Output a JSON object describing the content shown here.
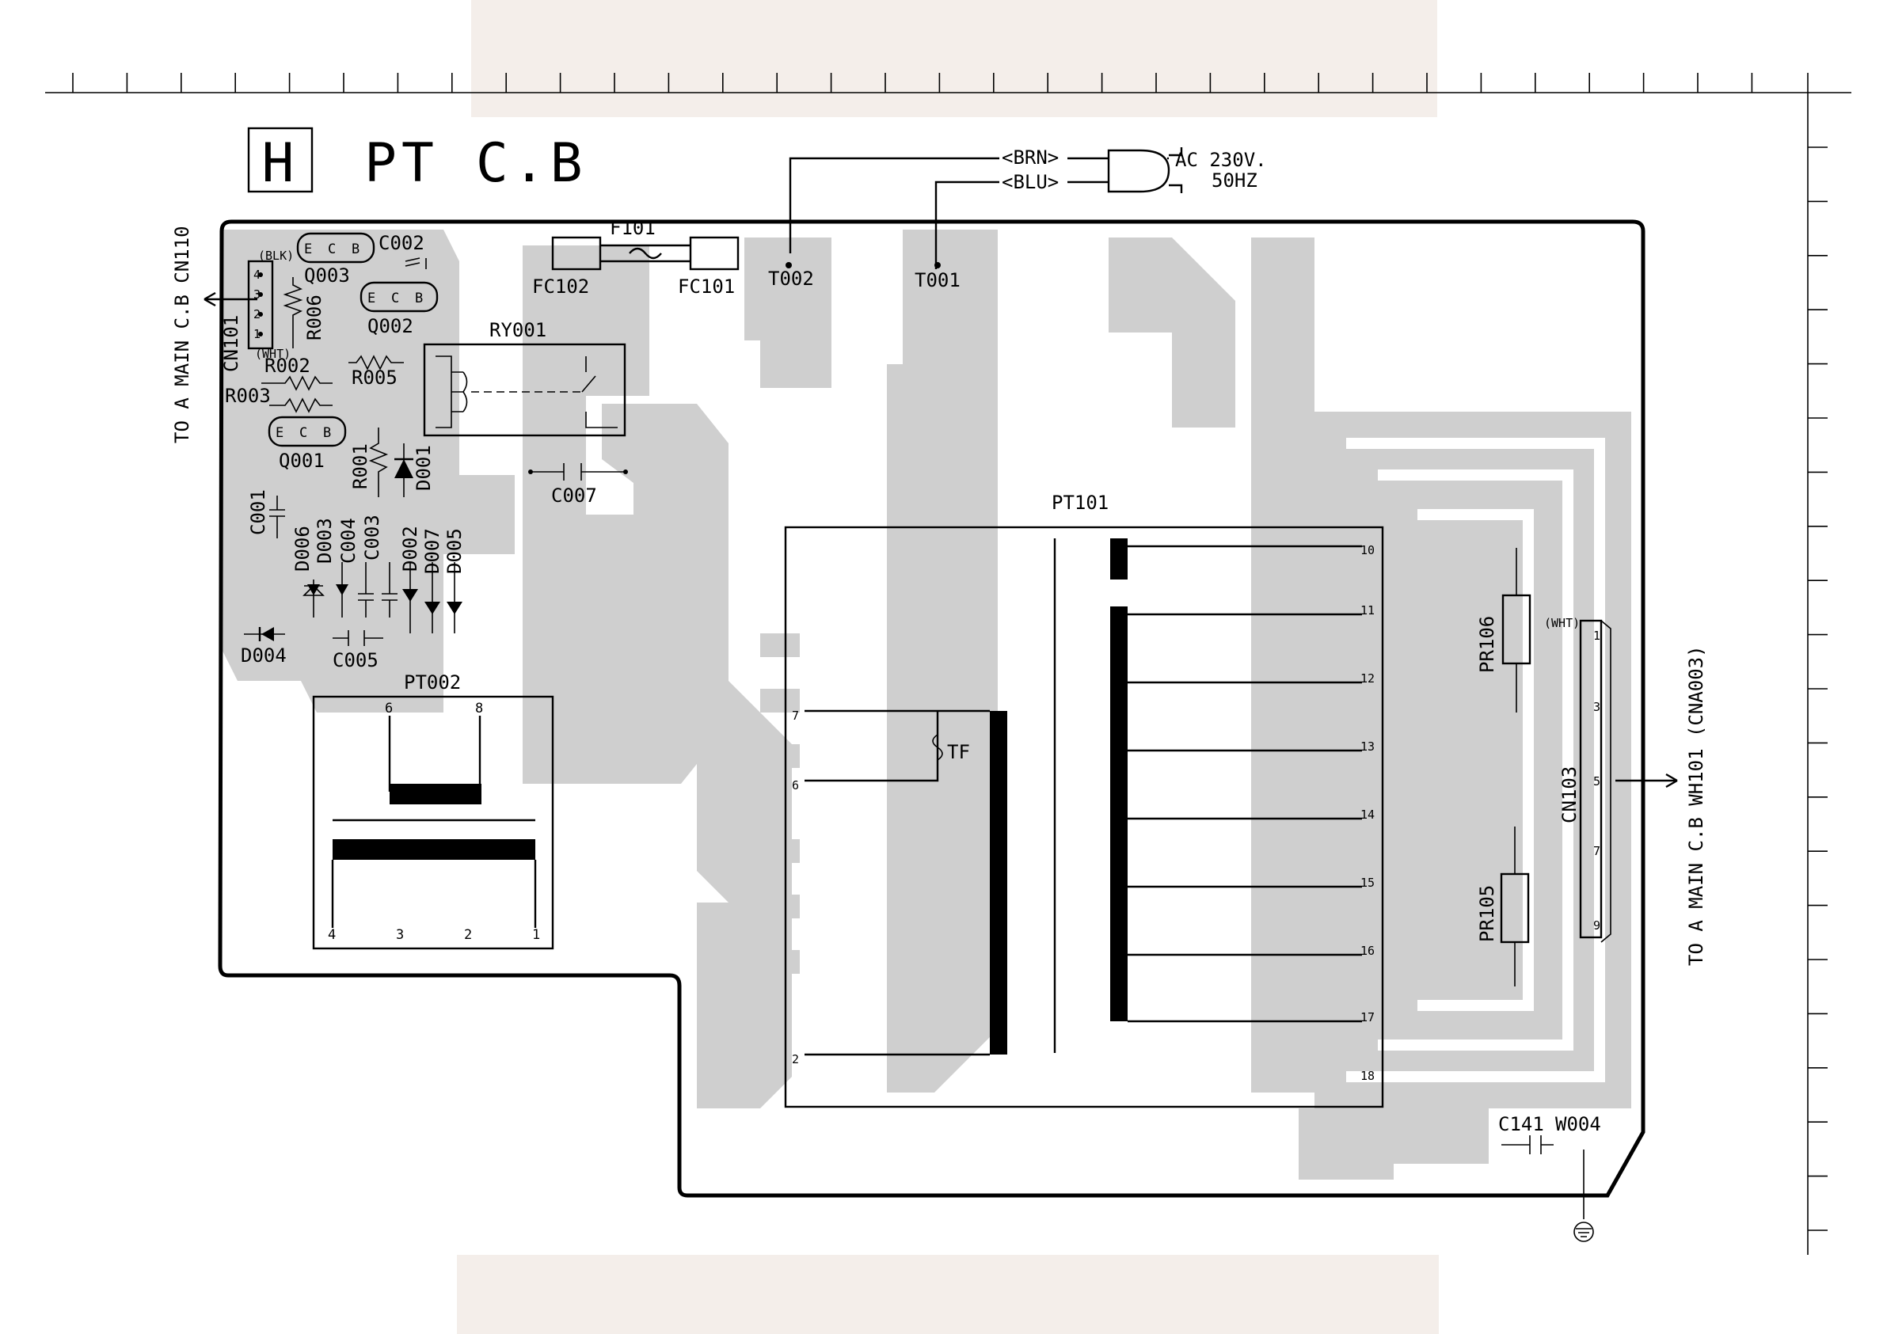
{
  "title": {
    "letter": "H",
    "name": "PT C.B"
  },
  "power_input": {
    "wire_brn": "<BRN>",
    "wire_blu": "<BLU>",
    "voltage": "AC 230V.",
    "frequency": "50HZ"
  },
  "connections": {
    "left": "TO A MAIN C.B CN110",
    "right": "TO A MAIN C.B WH101 (CNA003)"
  },
  "components": {
    "cn101": "CN101",
    "cn101_blk": "(BLK)",
    "cn101_wht": "(WHT)",
    "cn101_pins": [
      "4",
      "3",
      "2",
      "1"
    ],
    "q003": "Q003",
    "q002": "Q002",
    "q001": "Q001",
    "ecb": [
      "E",
      "C",
      "B"
    ],
    "c002": "C002",
    "r006": "R006",
    "r002": "R002",
    "r003": "R003",
    "r005": "R005",
    "r001": "R001",
    "d001": "D001",
    "ry001": "RY001",
    "c007": "C007",
    "c001": "C001",
    "d006": "D006",
    "d003": "D003",
    "c004": "C004",
    "c003": "C003",
    "d002": "D002",
    "d007": "D007",
    "d005": "D005",
    "d004": "D004",
    "c005": "C005",
    "f101": "F101",
    "fc102": "FC102",
    "fc101": "FC101",
    "t002": "T002",
    "t001": "T001",
    "pt002": "PT002",
    "pt002_pins_top": [
      "6",
      "8"
    ],
    "pt002_pins_bottom": [
      "4",
      "3",
      "2",
      "1"
    ],
    "pt101": "PT101",
    "pt101_primary_pins": [
      "7",
      "6",
      "2"
    ],
    "pt101_tf": "TF",
    "pt101_secondary_pins": [
      "10",
      "11",
      "12",
      "13",
      "14",
      "15",
      "16",
      "17",
      "18"
    ],
    "pr106": "PR106",
    "pr105": "PR105",
    "cn103": "CN103",
    "cn103_wht": "(WHT)",
    "cn103_pins": [
      "1",
      "3",
      "5",
      "7",
      "9"
    ],
    "c141": "C141",
    "w004": "W004"
  },
  "colors": {
    "ink": "#000000",
    "copper_trace": "#cfcfcf",
    "background": "#ffffff"
  }
}
